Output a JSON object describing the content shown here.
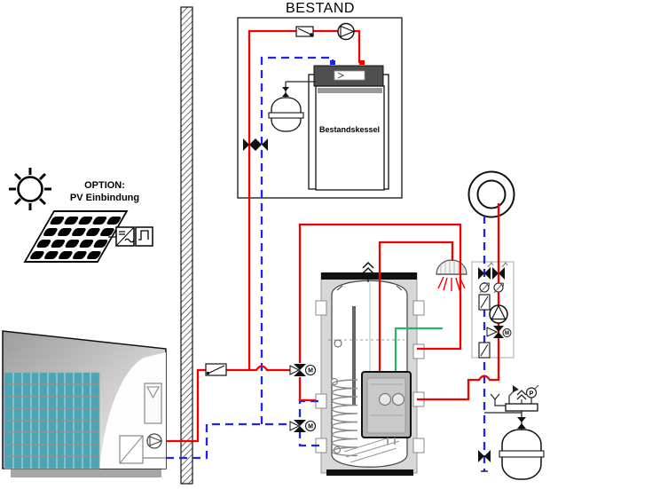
{
  "diagram": {
    "title": "BESTAND",
    "boiler_label": "Bestandskessel",
    "option_label_line1": "OPTION:",
    "option_label_line2": "PV Einbindung",
    "motor_actuator_label": "M",
    "pressure_gauge_label": "P",
    "colors": {
      "flow_supply": "#f40000",
      "flow_return": "#2222f0",
      "sensor_line": "#28b463",
      "evaporator": "#4aa5b5"
    }
  }
}
